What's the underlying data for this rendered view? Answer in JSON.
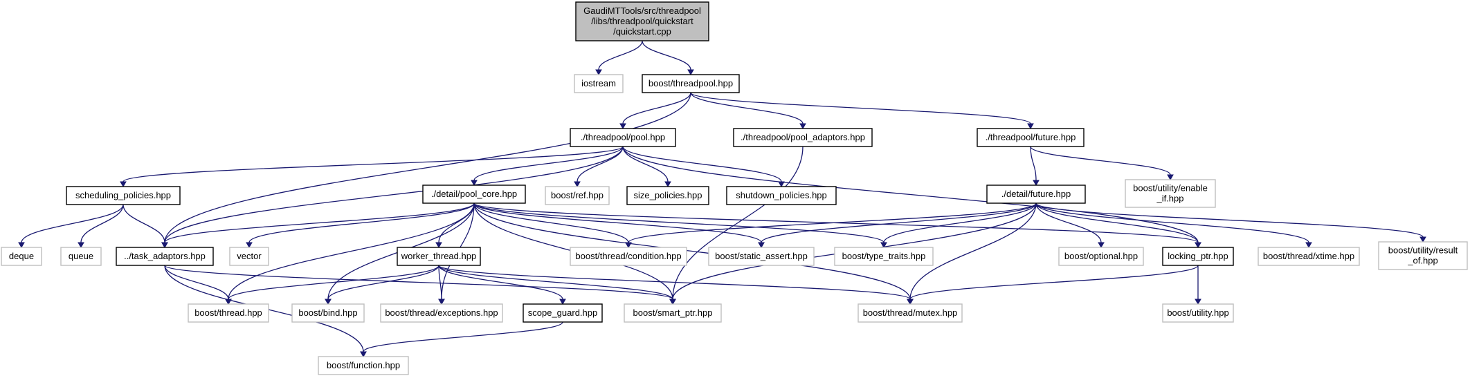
{
  "diagram": {
    "nodes": [
      {
        "id": "root",
        "kind": "root",
        "lines": [
          "GaudiMTTools/src/threadpool",
          "/libs/threadpool/quickstart",
          "/quickstart.cpp"
        ]
      },
      {
        "id": "iostream",
        "kind": "ext",
        "lines": [
          "iostream"
        ]
      },
      {
        "id": "threadpool",
        "kind": "doc",
        "lines": [
          "boost/threadpool.hpp"
        ]
      },
      {
        "id": "pool",
        "kind": "doc",
        "lines": [
          "./threadpool/pool.hpp"
        ]
      },
      {
        "id": "pool_adaptors",
        "kind": "doc",
        "lines": [
          "./threadpool/pool_adaptors.hpp"
        ]
      },
      {
        "id": "tp_future",
        "kind": "doc",
        "lines": [
          "./threadpool/future.hpp"
        ]
      },
      {
        "id": "scheduling",
        "kind": "doc",
        "lines": [
          "scheduling_policies.hpp"
        ]
      },
      {
        "id": "pool_core",
        "kind": "doc",
        "lines": [
          "./detail/pool_core.hpp"
        ]
      },
      {
        "id": "ref",
        "kind": "ext",
        "lines": [
          "boost/ref.hpp"
        ]
      },
      {
        "id": "size_pol",
        "kind": "doc",
        "lines": [
          "size_policies.hpp"
        ]
      },
      {
        "id": "shutdown_pol",
        "kind": "doc",
        "lines": [
          "shutdown_policies.hpp"
        ]
      },
      {
        "id": "detail_future",
        "kind": "doc",
        "lines": [
          "./detail/future.hpp"
        ]
      },
      {
        "id": "enable_if",
        "kind": "ext",
        "lines": [
          "boost/utility/enable",
          "_if.hpp"
        ]
      },
      {
        "id": "deque",
        "kind": "ext",
        "lines": [
          "deque"
        ]
      },
      {
        "id": "queue",
        "kind": "ext",
        "lines": [
          "queue"
        ]
      },
      {
        "id": "task_adaptors",
        "kind": "doc",
        "lines": [
          "../task_adaptors.hpp"
        ]
      },
      {
        "id": "vector",
        "kind": "ext",
        "lines": [
          "vector"
        ]
      },
      {
        "id": "worker_thread",
        "kind": "doc",
        "lines": [
          "worker_thread.hpp"
        ]
      },
      {
        "id": "condition",
        "kind": "ext",
        "lines": [
          "boost/thread/condition.hpp"
        ]
      },
      {
        "id": "static_assert",
        "kind": "ext",
        "lines": [
          "boost/static_assert.hpp"
        ]
      },
      {
        "id": "type_traits",
        "kind": "ext",
        "lines": [
          "boost/type_traits.hpp"
        ]
      },
      {
        "id": "optional",
        "kind": "ext",
        "lines": [
          "boost/optional.hpp"
        ]
      },
      {
        "id": "locking_ptr",
        "kind": "doc",
        "lines": [
          "locking_ptr.hpp"
        ]
      },
      {
        "id": "xtime",
        "kind": "ext",
        "lines": [
          "boost/thread/xtime.hpp"
        ]
      },
      {
        "id": "result_of",
        "kind": "ext",
        "lines": [
          "boost/utility/result",
          "_of.hpp"
        ]
      },
      {
        "id": "thread",
        "kind": "ext",
        "lines": [
          "boost/thread.hpp"
        ]
      },
      {
        "id": "bind",
        "kind": "ext",
        "lines": [
          "boost/bind.hpp"
        ]
      },
      {
        "id": "exceptions",
        "kind": "ext",
        "lines": [
          "boost/thread/exceptions.hpp"
        ]
      },
      {
        "id": "scope_guard",
        "kind": "doc",
        "lines": [
          "scope_guard.hpp"
        ]
      },
      {
        "id": "smart_ptr",
        "kind": "ext",
        "lines": [
          "boost/smart_ptr.hpp"
        ]
      },
      {
        "id": "mutex",
        "kind": "ext",
        "lines": [
          "boost/thread/mutex.hpp"
        ]
      },
      {
        "id": "utility",
        "kind": "ext",
        "lines": [
          "boost/utility.hpp"
        ]
      },
      {
        "id": "function",
        "kind": "ext",
        "lines": [
          "boost/function.hpp"
        ]
      }
    ],
    "edges": [
      {
        "from": "root",
        "to": "iostream"
      },
      {
        "from": "root",
        "to": "threadpool"
      },
      {
        "from": "threadpool",
        "to": "pool"
      },
      {
        "from": "threadpool",
        "to": "pool_adaptors"
      },
      {
        "from": "threadpool",
        "to": "tp_future"
      },
      {
        "from": "threadpool",
        "to": "task_adaptors"
      },
      {
        "from": "pool",
        "to": "scheduling"
      },
      {
        "from": "pool",
        "to": "pool_core"
      },
      {
        "from": "pool",
        "to": "ref"
      },
      {
        "from": "pool",
        "to": "size_pol"
      },
      {
        "from": "pool",
        "to": "shutdown_pol"
      },
      {
        "from": "pool",
        "to": "task_adaptors"
      },
      {
        "from": "pool",
        "to": "locking_ptr"
      },
      {
        "from": "pool_adaptors",
        "to": "smart_ptr"
      },
      {
        "from": "tp_future",
        "to": "detail_future"
      },
      {
        "from": "tp_future",
        "to": "enable_if"
      },
      {
        "from": "scheduling",
        "to": "deque"
      },
      {
        "from": "scheduling",
        "to": "queue"
      },
      {
        "from": "scheduling",
        "to": "task_adaptors"
      },
      {
        "from": "pool_core",
        "to": "task_adaptors"
      },
      {
        "from": "pool_core",
        "to": "vector"
      },
      {
        "from": "pool_core",
        "to": "worker_thread"
      },
      {
        "from": "pool_core",
        "to": "condition"
      },
      {
        "from": "pool_core",
        "to": "static_assert"
      },
      {
        "from": "pool_core",
        "to": "type_traits"
      },
      {
        "from": "pool_core",
        "to": "locking_ptr"
      },
      {
        "from": "pool_core",
        "to": "thread"
      },
      {
        "from": "pool_core",
        "to": "bind"
      },
      {
        "from": "pool_core",
        "to": "exceptions"
      },
      {
        "from": "pool_core",
        "to": "smart_ptr"
      },
      {
        "from": "pool_core",
        "to": "mutex"
      },
      {
        "from": "detail_future",
        "to": "condition"
      },
      {
        "from": "detail_future",
        "to": "static_assert"
      },
      {
        "from": "detail_future",
        "to": "type_traits"
      },
      {
        "from": "detail_future",
        "to": "optional"
      },
      {
        "from": "detail_future",
        "to": "locking_ptr"
      },
      {
        "from": "detail_future",
        "to": "xtime"
      },
      {
        "from": "detail_future",
        "to": "result_of"
      },
      {
        "from": "detail_future",
        "to": "smart_ptr"
      },
      {
        "from": "detail_future",
        "to": "mutex"
      },
      {
        "from": "task_adaptors",
        "to": "thread"
      },
      {
        "from": "task_adaptors",
        "to": "smart_ptr"
      },
      {
        "from": "task_adaptors",
        "to": "function"
      },
      {
        "from": "worker_thread",
        "to": "thread"
      },
      {
        "from": "worker_thread",
        "to": "bind"
      },
      {
        "from": "worker_thread",
        "to": "exceptions"
      },
      {
        "from": "worker_thread",
        "to": "scope_guard"
      },
      {
        "from": "worker_thread",
        "to": "smart_ptr"
      },
      {
        "from": "worker_thread",
        "to": "mutex"
      },
      {
        "from": "scope_guard",
        "to": "function"
      },
      {
        "from": "locking_ptr",
        "to": "mutex"
      },
      {
        "from": "locking_ptr",
        "to": "utility"
      }
    ]
  }
}
